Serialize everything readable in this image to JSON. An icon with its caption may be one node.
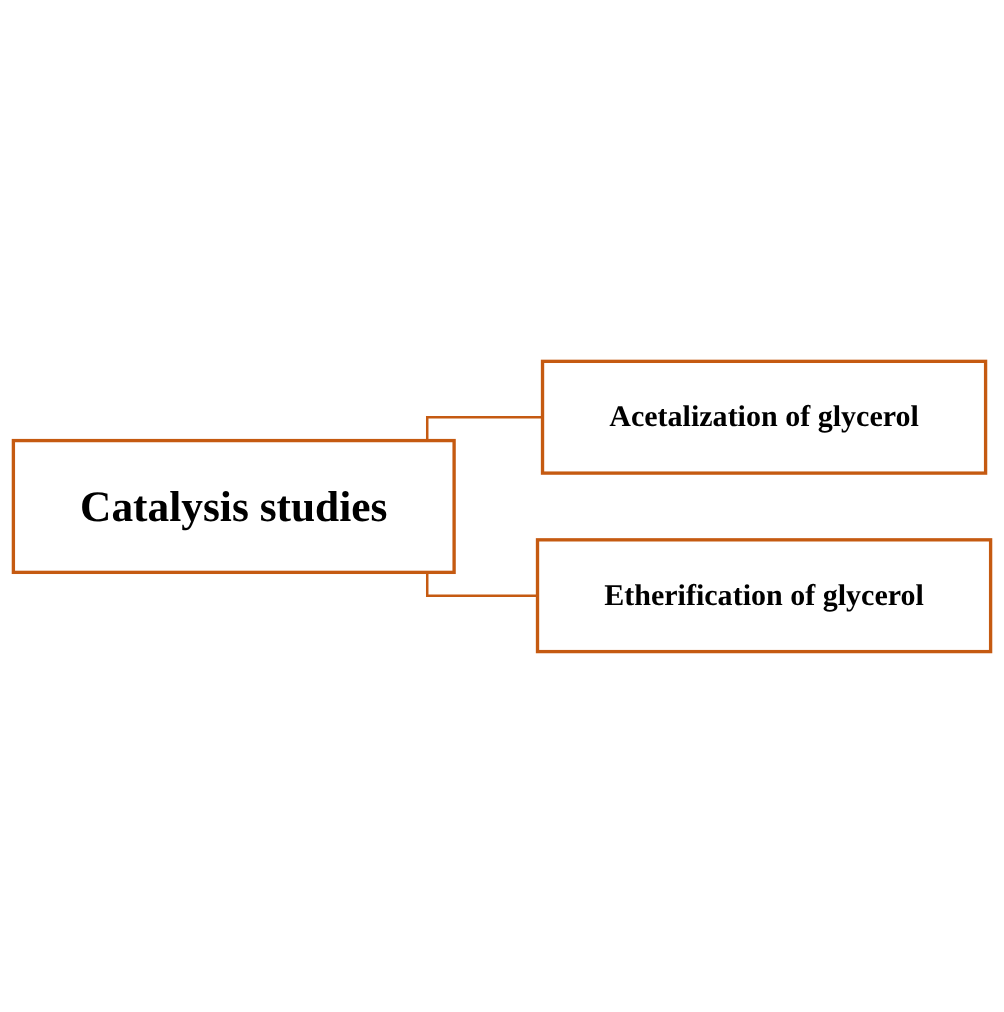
{
  "diagram": {
    "nodes": [
      {
        "text": [
          "Catalysis studies"
        ]
      },
      {
        "text": [
          "Acetalization of glycerol"
        ]
      },
      {
        "text": [
          "Etherification of glycerol"
        ]
      }
    ],
    "edges": [
      {
        "from": 0,
        "to": 1,
        "arrow": "none"
      },
      {
        "from": 0,
        "to": 2,
        "arrow": "none"
      }
    ]
  }
}
